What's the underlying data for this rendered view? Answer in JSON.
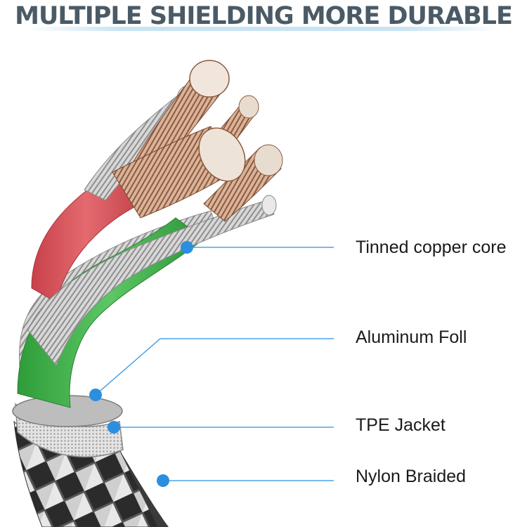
{
  "header": {
    "title": "MULTIPLE SHIELDING MORE DURABLE"
  },
  "callouts": [
    {
      "label": "Tinned copper core"
    },
    {
      "label": "Aluminum Foll"
    },
    {
      "label": "TPE Jacket"
    },
    {
      "label": "Nylon Braided"
    }
  ],
  "colors": {
    "accent_blue": "#2b8fe0",
    "title_gray": "#4a5a66",
    "red_wire": "#d9535a",
    "green_wire": "#3fb34a",
    "copper": "#b9805e",
    "silver": "#c9c9c9"
  }
}
